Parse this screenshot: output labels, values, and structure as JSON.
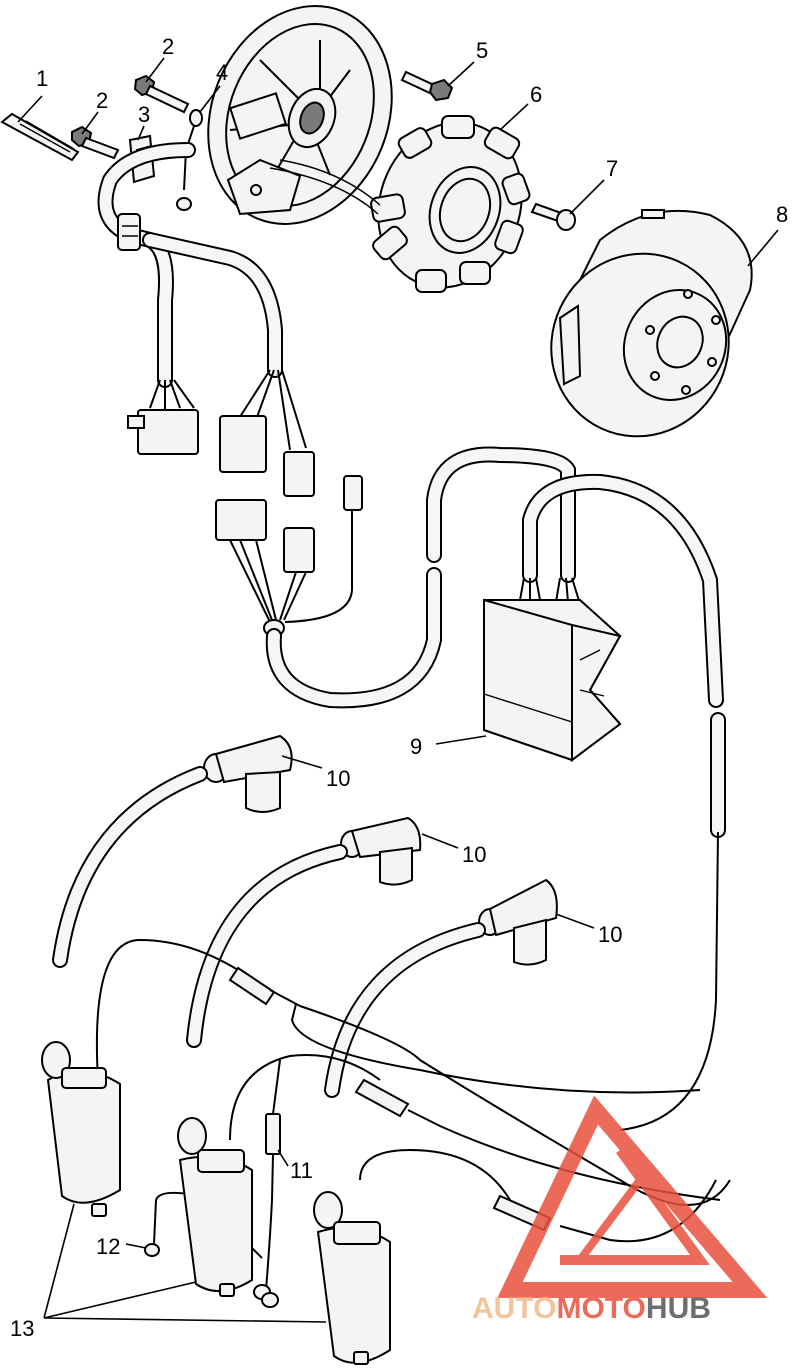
{
  "callouts": {
    "c1": "1",
    "c2a": "2",
    "c2b": "2",
    "c3": "3",
    "c4": "4",
    "c5": "5",
    "c6": "6",
    "c7": "7",
    "c8": "8",
    "c9": "9",
    "c10a": "10",
    "c10b": "10",
    "c10c": "10",
    "c11": "11",
    "c12": "12",
    "c13": "13"
  },
  "watermark": {
    "auto": "AUTO",
    "moto": "MOTO",
    "hub": "HUB",
    "colors": {
      "auto": "#f2b98a",
      "moto": "#e8513d",
      "hub": "#555555",
      "triangle": "#e8513d"
    }
  }
}
